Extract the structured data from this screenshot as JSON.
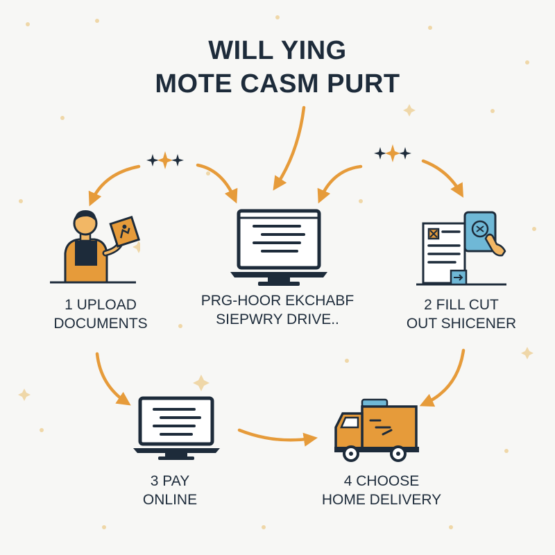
{
  "title": {
    "line1": "WILL YING",
    "line2": "MOTE CASM PURT"
  },
  "steps": [
    {
      "line1": "1 UPLOAD",
      "line2": "DOCUMENTS",
      "icon": "person-holding-document-icon"
    },
    {
      "line1": "PRG-HOOR EKCHABF",
      "line2": "SIEPWRY DRIVE..",
      "icon": "laptop-icon"
    },
    {
      "line1": "2 FILL CUT",
      "line2": "OUT SHICENER",
      "icon": "form-with-tablet-icon"
    },
    {
      "line1": "3 PAY",
      "line2": "ONLINE",
      "icon": "laptop-payment-icon"
    },
    {
      "line1": "4 CHOOSE",
      "line2": "HOME DELIVERY",
      "icon": "delivery-truck-icon"
    }
  ],
  "colors": {
    "accent": "#e69b3a",
    "ink": "#1d2b3a",
    "screen": "#ffffff",
    "background": "#f7f7f5",
    "tablet": "#6fb8d6"
  }
}
